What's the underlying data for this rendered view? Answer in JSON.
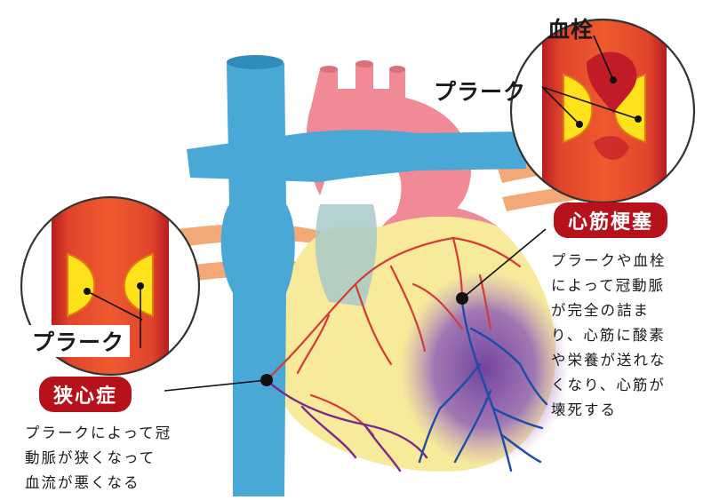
{
  "callouts": {
    "thrombus": "血栓",
    "plaque_top": "プラーク",
    "plaque_left": "プラーク"
  },
  "conditions": {
    "infarction": {
      "name": "心筋梗塞",
      "description": "プラークや血栓\nによって冠動脈\nが完全の詰ま\nり、心筋に酸素\nや栄養が送れな\nくなり、心筋が\n壊死する"
    },
    "angina": {
      "name": "狭心症",
      "description": "プラークによって冠\n動脈が狭くなって\n血流が悪くなる"
    }
  },
  "colors": {
    "vessel_blue": "#4aa8d6",
    "heart_pink": "#ef8a96",
    "heart_yellow": "#f7ea9a",
    "artery_red": "#d43a3a",
    "plaque_yellow": "#ffe21c",
    "infarct_purple": "#7a4aa8",
    "badge_red": "#b5121b"
  }
}
